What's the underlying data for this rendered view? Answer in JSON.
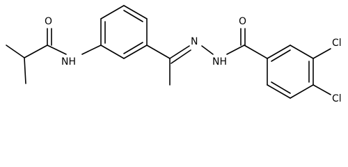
{
  "atoms": {
    "amide_oxygen": "O",
    "amide_nitrogen": "NH",
    "hydrazone_nitrogen": "N",
    "hydrazide_nitrogen": "NH",
    "hydrazide_oxygen": "O",
    "chlorine_meta": "Cl",
    "chlorine_para": "Cl"
  }
}
